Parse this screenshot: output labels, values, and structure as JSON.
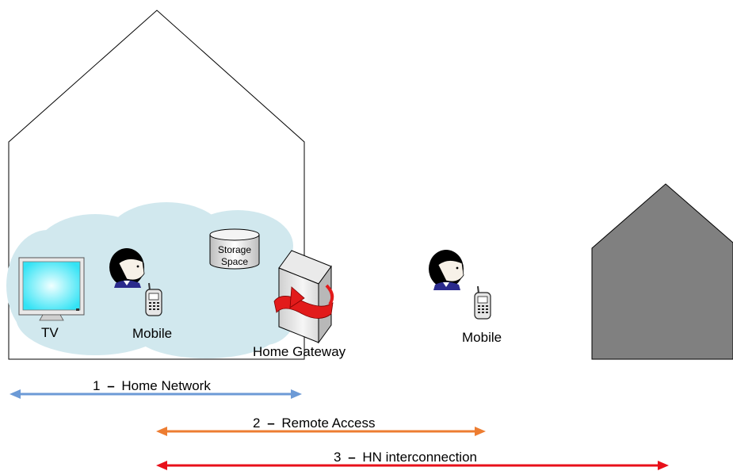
{
  "labels": {
    "tv": "TV",
    "mobile_home": "Mobile",
    "mobile_remote": "Mobile",
    "storage_line1": "Storage",
    "storage_line2": "Space",
    "home_gateway": "Home Gateway"
  },
  "arrows": [
    {
      "id": "home-network",
      "number": "1",
      "label": "Home Network",
      "color": "#6c9ad6"
    },
    {
      "id": "remote-access",
      "number": "2",
      "label": "Remote Access",
      "color": "#ed7d31"
    },
    {
      "id": "hn-interconnection",
      "number": "3",
      "label": "HN interconnection",
      "color": "#e8101a"
    }
  ],
  "colors": {
    "cloud": "#d1e8ee",
    "remote_house": "#808080",
    "gateway_swirl": "#e21b1b",
    "tv_screen": "#33e3f5",
    "face_shirt": "#2a2a8c"
  }
}
